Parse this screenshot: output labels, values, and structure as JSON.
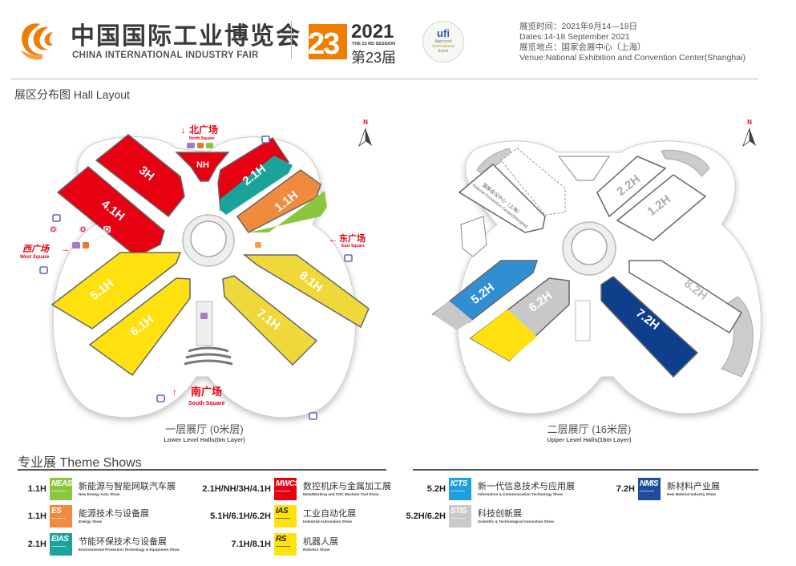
{
  "header": {
    "logo_cn": "中国国际工业博览会",
    "logo_en": "CHINA INTERNATIONAL INDUSTRY FAIR",
    "session_number": "23",
    "session_year": "2021",
    "session_en": "THE 23 RD SESSION",
    "session_cn": "第23届",
    "ufi_logo": "ufi",
    "ufi_lines": [
      "Approved",
      "International",
      "Event"
    ],
    "info_lines": [
      "展览时间：2021年9月14—18日",
      "Dates:14-18 September 2021",
      "展览地点：国家会展中心（上海）",
      "Venue:National Exhibition and Convention Center(Shanghai)"
    ],
    "brand_color": "#ef7d00"
  },
  "section_title": "展区分布图 Hall Layout",
  "lower_map": {
    "caption_cn": "一层展厅 (0米层)",
    "caption_en": "Lower Level Halls(0m Layer)",
    "compass": "N",
    "squares": {
      "north": {
        "cn": "北广场",
        "en": "North Square"
      },
      "west": {
        "cn": "西广场",
        "en": "West Square"
      },
      "east": {
        "cn": "东广场",
        "en": "East Square"
      },
      "south": {
        "cn": "南广场",
        "en": "South Square"
      }
    },
    "halls": [
      {
        "label": "3H",
        "color": "#e60012"
      },
      {
        "label": "4.1H",
        "color": "#e60012"
      },
      {
        "label": "NH",
        "color": "#e60012"
      },
      {
        "label": "2.1H",
        "color": "#e60012",
        "color2": "#1aa39a"
      },
      {
        "label": "1.1H",
        "color": "#f08a3c",
        "color2": "#8cc63f"
      },
      {
        "label": "5.1H",
        "color": "#ffe10f"
      },
      {
        "label": "6.1H",
        "color": "#ffe10f"
      },
      {
        "label": "8.1H",
        "color": "#efd83a"
      },
      {
        "label": "7.1H",
        "color": "#efd83a"
      }
    ]
  },
  "upper_map": {
    "caption_cn": "二层展厅 (16米层)",
    "caption_en": "Upper Level Halls(16m Layer)",
    "compass": "N",
    "convention_center": {
      "cn": "国家会议中心（上海）",
      "en": "National Convention Center(Shanghai)"
    },
    "halls": [
      {
        "label": "2.2H",
        "color": "#ffffff"
      },
      {
        "label": "1.2H",
        "color": "#ffffff"
      },
      {
        "label": "5.2H",
        "color": "#2f8fd2",
        "color2": "#c8c8c8"
      },
      {
        "label": "6.2H",
        "color": "#c8c8c8",
        "color2": "#ffe10f"
      },
      {
        "label": "8.2H",
        "color": "#ffffff"
      },
      {
        "label": "7.2H",
        "color": "#0f3f8a"
      }
    ]
  },
  "legend": {
    "title": "专业展 Theme Shows",
    "items": [
      {
        "hall": "1.1H",
        "abbr": "NEAS",
        "bg": "#8cc63f",
        "fg": "#ffffff",
        "cn": "新能源与智能网联汽车展",
        "en": "New Energy Auto Show"
      },
      {
        "hall": "1.1H",
        "abbr": "ES",
        "bg": "#f08a3c",
        "fg": "#ffffff",
        "cn": "能源技术与设备展",
        "en": "Energy Show"
      },
      {
        "hall": "2.1H",
        "abbr": "EIAS",
        "bg": "#1aa39a",
        "fg": "#ffffff",
        "cn": "节能环保技术与设备展",
        "en": "Environmental Protection Technology & Equipment Show"
      },
      {
        "hall": "2.1H/NH/3H/4.1H",
        "abbr": "MWCS",
        "bg": "#e60012",
        "fg": "#ffffff",
        "cn": "数控机床与金属加工展",
        "en": "MetalWorking and CNC Machine Tool Show"
      },
      {
        "hall": "5.1H/6.1H/6.2H",
        "abbr": "IAS",
        "bg": "#ffe10f",
        "fg": "#222222",
        "cn": "工业自动化展",
        "en": "Industrial Automation Show"
      },
      {
        "hall": "7.1H/8.1H",
        "abbr": "RS",
        "bg": "#ffe10f",
        "fg": "#222222",
        "cn": "机器人展",
        "en": "Robotics Show"
      },
      {
        "hall": "5.2H",
        "abbr": "ICTS",
        "bg": "#1ea0e0",
        "fg": "#ffffff",
        "cn": "新一代信息技术与应用展",
        "en": "Information & Communication Technology Show"
      },
      {
        "hall": "7.2H",
        "abbr": "NMIS",
        "bg": "#1d4d9c",
        "fg": "#ffffff",
        "cn": "新材料产业展",
        "en": "New Material Industry Show"
      },
      {
        "hall": "5.2H/6.2H",
        "abbr": "STIS",
        "bg": "#c9c9c9",
        "fg": "#ffffff",
        "cn": "科技创新展",
        "en": "Scientific & Technological Innovation Show"
      }
    ]
  }
}
